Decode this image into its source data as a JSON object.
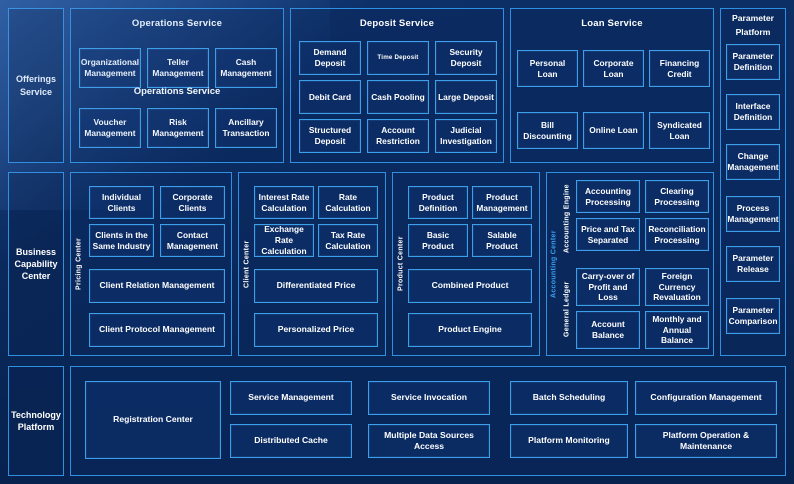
{
  "colors": {
    "background": "#0a2a5e",
    "border": "#3aa0ec",
    "border_dim": "#2a6fb5",
    "text": "#ffffff",
    "accent": "#2f8fe0"
  },
  "rows": {
    "offerings": {
      "label": "Offerings\nService",
      "label_text": "Offerings Service",
      "panels": [
        {
          "title": "Operations Service",
          "overlay_title": "Operations Service",
          "items": [
            "Organizational Management",
            "Teller Management",
            "Cash Management",
            "Voucher Management",
            "Risk Management",
            "Ancillary Transaction"
          ]
        },
        {
          "title": "Deposit Service",
          "items": [
            "Demand Deposit",
            "Time Deposit",
            "Security Deposit",
            "Debit Card",
            "Cash Pooling",
            "Large Deposit",
            "Structured Deposit",
            "Account Restriction",
            "Judicial Investigation"
          ]
        },
        {
          "title": "Loan Service",
          "items": [
            "Personal Loan",
            "Corporate Loan",
            "Financing Credit",
            "Bill Discounting",
            "Online Loan",
            "Syndicated Loan"
          ]
        }
      ]
    },
    "business": {
      "label_text": "Business Capability Center",
      "groups": [
        {
          "rail": "Pricing Center",
          "items": [
            "Individual Clients",
            "Corporate Clients",
            "Clients in the Same Industry",
            "Contact Management",
            "Client Relation Management",
            "Client Protocol Management"
          ]
        },
        {
          "rail": "Client Center",
          "items": [
            "Interest Rate Calculation",
            "Rate Calculation",
            "Exchange Rate Calculation",
            "Tax Rate Calculation",
            "Differentiated Price",
            "Personalized Price"
          ]
        },
        {
          "rail": "Product Center",
          "items": [
            "Product Definition",
            "Product Management",
            "Basic Product",
            "Salable Product",
            "Combined Product",
            "Product Engine"
          ]
        },
        {
          "rail": "Accounting Center",
          "subrails": [
            "Accounting Engine",
            "General Ledger"
          ],
          "items": [
            "Accounting Processing",
            "Clearing Processing",
            "Price and Tax Separated",
            "Reconciliation Processing",
            "Carry-over of Profit and Loss",
            "Foreign Currency Revaluation",
            "Account Balance",
            "Monthly and Annual Balance"
          ]
        }
      ]
    },
    "technology": {
      "label_text": "Technology Platform",
      "items": [
        "Registration Center",
        "Service Management",
        "Distributed Cache",
        "Service Invocation",
        "Multiple Data Sources Access",
        "Batch Scheduling",
        "Platform Monitoring",
        "Configuration Management",
        "Platform Operation & Maintenance"
      ]
    }
  },
  "right_panel": {
    "title": "Parameter Platform",
    "items": [
      "Parameter Definition",
      "Interface Definition",
      "Change Management",
      "Process Management",
      "Parameter Release",
      "Parameter Comparison"
    ]
  }
}
